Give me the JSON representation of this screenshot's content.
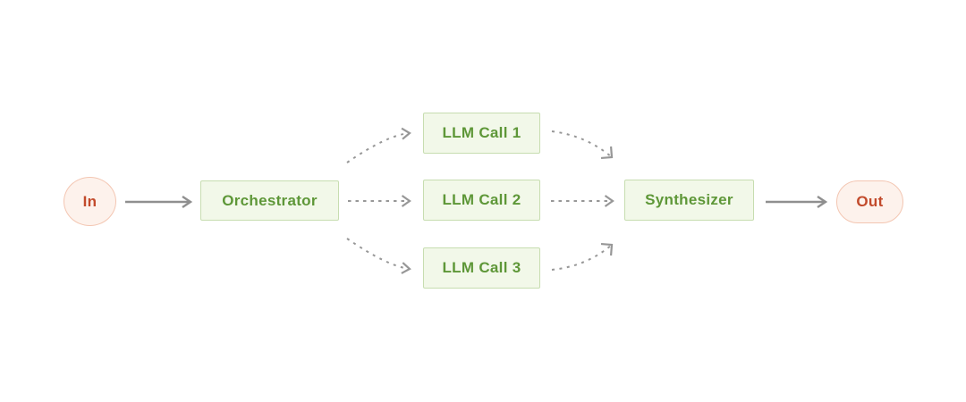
{
  "diagram": {
    "pattern_name": "orchestrator-workers",
    "nodes": {
      "input": {
        "id": "in",
        "label": "In",
        "kind": "terminal"
      },
      "orchestrator": {
        "id": "orchestrator",
        "label": "Orchestrator",
        "kind": "process"
      },
      "llm_call_1": {
        "id": "llm-call-1",
        "label": "LLM Call 1",
        "kind": "process"
      },
      "llm_call_2": {
        "id": "llm-call-2",
        "label": "LLM Call 2",
        "kind": "process"
      },
      "llm_call_3": {
        "id": "llm-call-3",
        "label": "LLM Call 3",
        "kind": "process"
      },
      "synthesizer": {
        "id": "synthesizer",
        "label": "Synthesizer",
        "kind": "process"
      },
      "output": {
        "id": "out",
        "label": "Out",
        "kind": "terminal"
      }
    },
    "edges": [
      {
        "from": "in",
        "to": "orchestrator",
        "style": "solid"
      },
      {
        "from": "orchestrator",
        "to": "llm-call-1",
        "style": "dashed"
      },
      {
        "from": "orchestrator",
        "to": "llm-call-2",
        "style": "dashed"
      },
      {
        "from": "orchestrator",
        "to": "llm-call-3",
        "style": "dashed"
      },
      {
        "from": "llm-call-1",
        "to": "synthesizer",
        "style": "dashed"
      },
      {
        "from": "llm-call-2",
        "to": "synthesizer",
        "style": "dashed"
      },
      {
        "from": "llm-call-3",
        "to": "synthesizer",
        "style": "dashed"
      },
      {
        "from": "synthesizer",
        "to": "out",
        "style": "solid"
      }
    ],
    "colors": {
      "canvas_background": "#ffffff",
      "node_green_fill": "#f2f8e9",
      "node_green_border": "#c7ddb0",
      "node_green_text": "#5e9738",
      "terminal_pink_fill": "#fdf2ec",
      "terminal_pink_border": "#f3c6b2",
      "terminal_red_text": "#c24a2b",
      "arrow_solid": "#8f8f8f",
      "arrow_dashed": "#979797"
    }
  }
}
